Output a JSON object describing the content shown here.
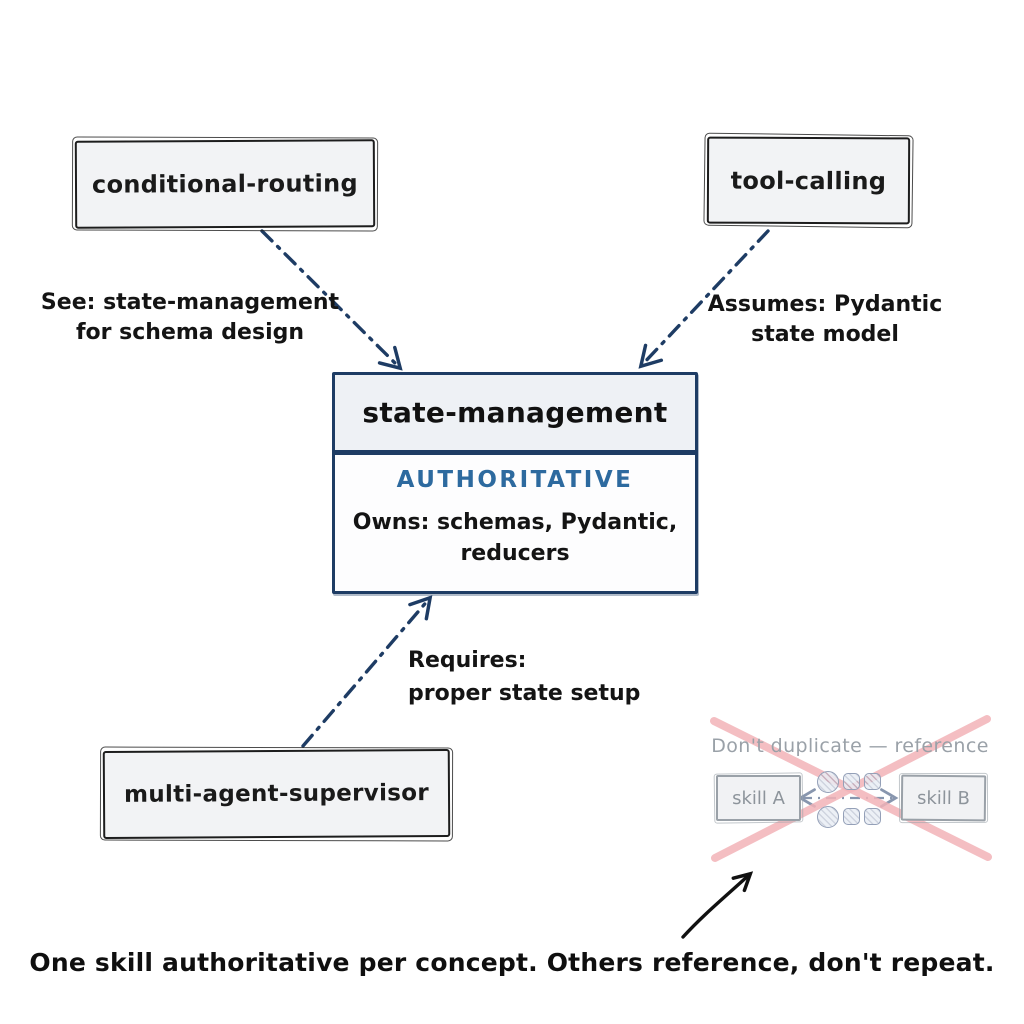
{
  "nodes": {
    "conditional_routing": {
      "label": "conditional-routing"
    },
    "tool_calling": {
      "label": "tool-calling"
    },
    "multi_agent_supervisor": {
      "label": "multi-agent-supervisor"
    },
    "state_management": {
      "title": "state-management",
      "badge": "AUTHORITATIVE",
      "owns": "Owns: schemas, Pydantic,\nreducers"
    }
  },
  "annotations": {
    "see": "See: state-management\nfor schema design",
    "assumes": "Assumes: Pydantic\nstate model",
    "requires": "Requires:\nproper state setup"
  },
  "inset": {
    "caption": "Don't duplicate — reference",
    "skill_a": "skill A",
    "skill_b": "skill B"
  },
  "footer": {
    "note": "One skill authoritative per concept. Others reference, don't repeat."
  },
  "colors": {
    "navy_accent": "#1e3c64",
    "badge_blue": "#2d6a9f",
    "sketch_black": "#1d1d1d",
    "node_fill": "#f2f3f5",
    "inset_gray": "#9aa1a8",
    "cross_pink": "#f2b3b7"
  }
}
